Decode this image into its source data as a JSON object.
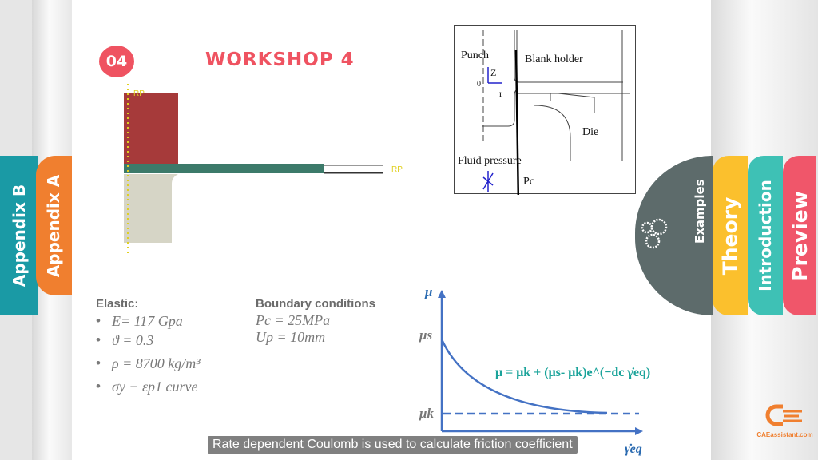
{
  "slide": {
    "badge": "04",
    "title": "WORKSHOP 4",
    "elastic": {
      "heading": "Elastic:",
      "items": [
        "E= 117 Gpa",
        "ϑ = 0.3",
        "ρ = 8700 kg/m³",
        "σy − εp1 curve"
      ]
    },
    "boundary": {
      "heading": "Boundary conditions",
      "items": [
        "Pc = 25MPa",
        "Up = 10mm"
      ]
    },
    "model_labels": {
      "rp_top": "RP",
      "rp_right": "RP"
    },
    "schematic": {
      "punch": "Punch",
      "blank_holder": "Blank holder",
      "die": "Die",
      "fluid_pressure": "Fluid pressure",
      "pc": "Pc",
      "z": "Z",
      "r": "r",
      "origin": "0"
    },
    "friction_plot": {
      "y_label": "μ",
      "x_label": "γ̇eq",
      "mu_s": "μs",
      "mu_k": "μk",
      "formula": "μ   = μk + (μs- μk)e^(−dc γ̇eq)"
    },
    "caption": "Rate  dependent Coulomb is used to calculate friction coefficient"
  },
  "nav_left": [
    {
      "label": "Appendix B",
      "color": "#1a9aa5"
    },
    {
      "label": "Appendix A",
      "color": "#f07f2f"
    }
  ],
  "nav_right": [
    {
      "label": "Examples",
      "color": "#5d6b6b",
      "icon": "gears-icon"
    },
    {
      "label": "Theory",
      "color": "#fbc02d"
    },
    {
      "label": "Introduction",
      "color": "#3ec1b5"
    },
    {
      "label": "Preview",
      "color": "#f0566a"
    }
  ],
  "logo": {
    "text": "CAEassistant.com",
    "color": "#f07f2f"
  }
}
